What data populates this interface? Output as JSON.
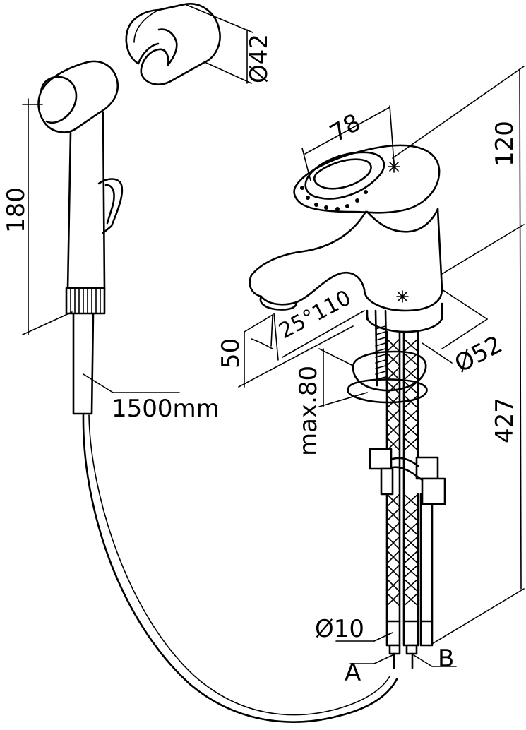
{
  "dimensions": {
    "holder_diameter": "Ø42",
    "handshower_length": "180",
    "hose_length": "1500mm",
    "lever_width": "78",
    "tap_top_height": "120",
    "spout_angle_reach": "25°110",
    "spout_height": "50",
    "base_diameter": "Ø52",
    "deck_thickness_max": "max.80",
    "total_length": "427",
    "pipe_diameter": "Ø10",
    "connection_a": "A",
    "connection_b": "B"
  },
  "icons": {
    "hot_cold_marker": "asterisk-icon"
  }
}
